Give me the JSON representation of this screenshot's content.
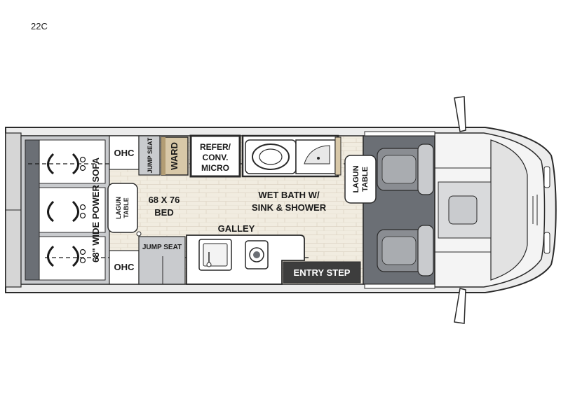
{
  "model": "22C",
  "labels": {
    "ohc_top": "OHC",
    "ohc_bottom": "OHC",
    "jump_seat_top": "JUMP SEAT",
    "jump_seat_bottom": "JUMP SEAT",
    "ward": "WARD",
    "refer_1": "REFER/",
    "refer_2": "CONV.",
    "refer_3": "MICRO",
    "wetbath_1": "WET BATH W/",
    "wetbath_2": "SINK & SHOWER",
    "lagun_rear_1": "LAGUN",
    "lagun_rear_2": "TABLE",
    "lagun_front_1": "LAGUN",
    "lagun_front_2": "TABLE",
    "bed_1": "68 X 76",
    "bed_2": "BED",
    "galley": "GALLEY",
    "entry_step": "ENTRY STEP",
    "sofa": "68\" WIDE POWER SOFA"
  },
  "colors": {
    "outline": "#2a2a2a",
    "dark_floor": "#6b6f75",
    "light_gray": "#c9cbce",
    "counter_gray": "#a9acb0",
    "wood": "#f1ece0",
    "ward_wood": "#d8c8a8",
    "entry_step_bg": "#3d3d3d"
  }
}
